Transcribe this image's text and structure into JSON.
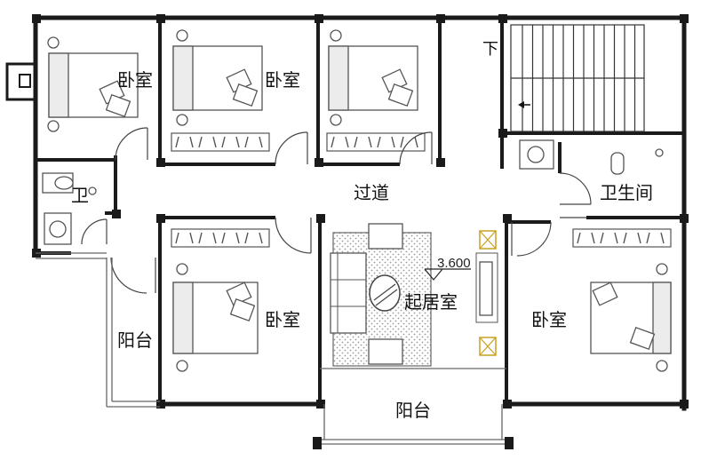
{
  "rooms": {
    "bedroom_tl": "卧室",
    "bedroom_tm": "卧室",
    "bedroom_bl": "卧室",
    "bedroom_br": "卧室",
    "living": "起居室",
    "corridor": "过道",
    "bath_left": "卫",
    "bath_right": "卫生间",
    "balcony_left": "阳台",
    "balcony_bottom": "阳台"
  },
  "stair_label": "下",
  "level_mark": "3.600",
  "colors": {
    "wall": "#1a1a1a",
    "line": "#333333",
    "furniture": "#555555",
    "fill_light": "#dcdcdc",
    "accent": "#c8a020"
  }
}
